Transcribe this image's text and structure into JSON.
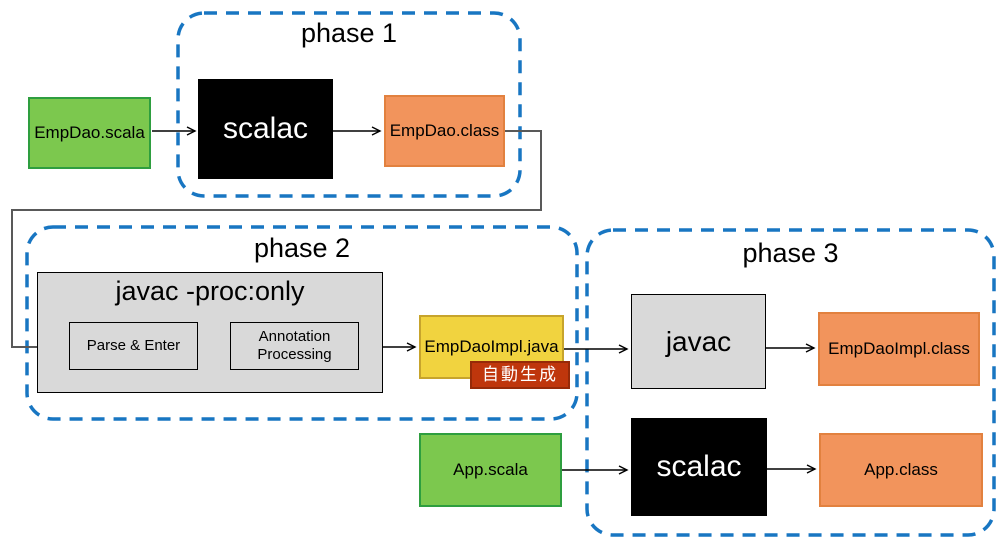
{
  "diagram": {
    "phases": [
      {
        "label": "phase 1"
      },
      {
        "label": "phase 2"
      },
      {
        "label": "phase 3"
      }
    ],
    "nodes": {
      "empdao_scala": "EmpDao.scala",
      "scalac1": "scalac",
      "empdao_class": "EmpDao.class",
      "javac_proc_only": "javac -proc:only",
      "parse_enter": "Parse & Enter",
      "annotation_processing": "Annotation Processing",
      "empdaoimpl_java": "EmpDaoImpl.java",
      "auto_generated_badge": "自動生成",
      "javac": "javac",
      "empdaoimpl_class": "EmpDaoImpl.class",
      "app_scala": "App.scala",
      "scalac2": "scalac",
      "app_class": "App.class"
    },
    "colors": {
      "phase_border_blue": "#1876c2",
      "source_green_fill": "#7cc84e",
      "source_green_border": "#2e9e3f",
      "class_orange_fill": "#f2945c",
      "class_orange_border": "#e2813f",
      "compiler_black": "#000000",
      "compiler_gray_fill": "#d9d9d9",
      "generated_yellow_fill": "#f1d33f",
      "generated_yellow_border": "#c7a42c",
      "badge_red_fill": "#bf360c",
      "connector_gray": "#595959",
      "arrow_black": "#000000"
    }
  }
}
